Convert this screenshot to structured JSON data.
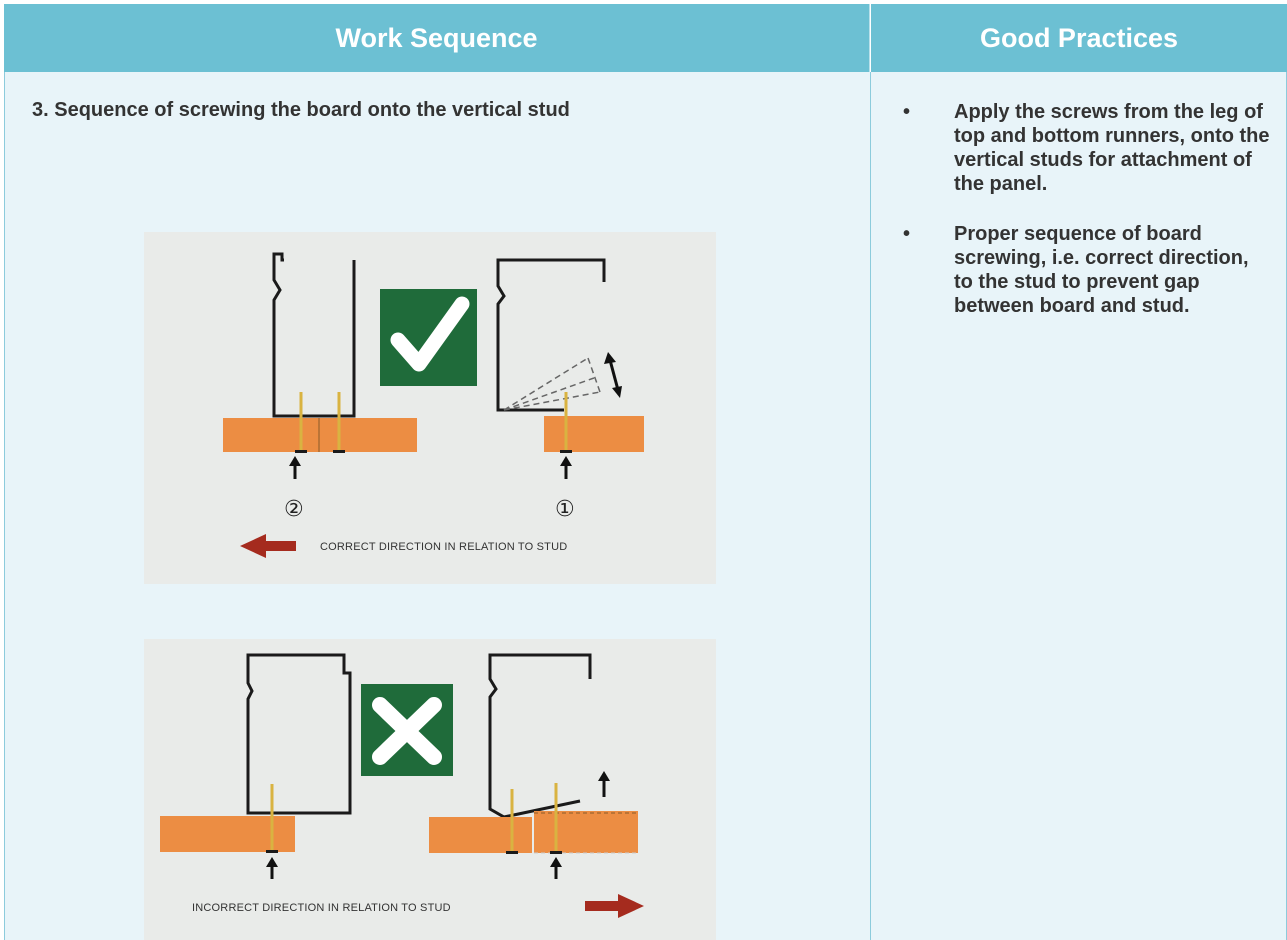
{
  "headers": {
    "work_sequence": "Work Sequence",
    "good_practices": "Good Practices"
  },
  "step": {
    "title": "3. Sequence of screwing the board onto the vertical stud"
  },
  "correct_diagram": {
    "mark_icon": "check-icon",
    "number_left": "②",
    "number_right": "①",
    "caption": "CORRECT DIRECTION IN RELATION TO STUD"
  },
  "incorrect_diagram": {
    "mark_icon": "cross-icon",
    "caption": "INCORRECT DIRECTION IN RELATION TO STUD"
  },
  "practices": [
    {
      "bullet": "•",
      "text": "Apply the screws from the leg of top and bottom runners, onto the vertical studs for attachment of the panel."
    },
    {
      "bullet": "•",
      "text": "Proper sequence of board screwing, i.e. correct direction, to the stud to prevent gap between board and stud."
    }
  ],
  "colors": {
    "header_bg": "#6cc0d3",
    "cell_bg": "#e8f4f9",
    "board": "#ec8d43",
    "badge": "#1f6b3a",
    "arrow_red": "#a52b1e",
    "screw": "#d9b341"
  }
}
